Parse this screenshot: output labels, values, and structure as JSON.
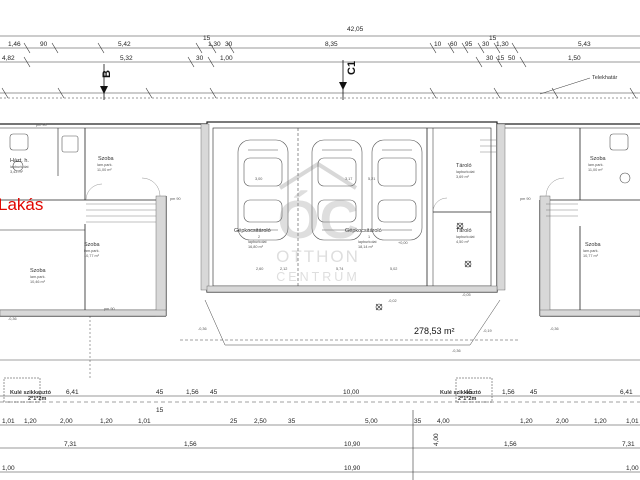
{
  "top_dims": {
    "total": "42,05",
    "row1": [
      "1,46",
      "90",
      "5,42",
      "15",
      "1,30",
      "30",
      "8,35",
      "10",
      "60",
      "95",
      "30",
      "15",
      "1,30",
      "5,43"
    ],
    "row2": [
      "4,82",
      "5,32",
      "30",
      "1,00",
      "30",
      "15",
      "50",
      "1,50"
    ]
  },
  "axes": {
    "b": "B",
    "c1": "C1"
  },
  "telekhatar": "Telekhatár",
  "lakas": "Lakás",
  "rooms": {
    "szoba1": {
      "name": "Szoba",
      "floor": "lam.park.",
      "area": "11,00 m²"
    },
    "szoba2": {
      "name": "Szoba",
      "floor": "lam.park.",
      "area": "10,77 m²"
    },
    "szoba3": {
      "name": "Szoba",
      "floor": "lam.park.",
      "area": "10,46 m²"
    },
    "haztart": {
      "name": "Házt. h.",
      "floor": "lapburkolat",
      "area": "3,43 m²"
    },
    "garage2": {
      "name": "Gépkocsitároló",
      "num": "2",
      "floor": "lapburkolat",
      "area": "16,80 m²"
    },
    "garage1": {
      "name": "Gépkocsitároló",
      "num": "1",
      "floor": "lapburkolat",
      "area": "18,14 m²"
    },
    "tarolo1": {
      "name": "Tároló",
      "floor": "lapburkolat",
      "area": "3,69 m²"
    },
    "tarolo2": {
      "name": "Tároló",
      "floor": "lapburkolat",
      "area": "4,50 m²"
    },
    "szoba4": {
      "name": "Szoba",
      "floor": "lam.park.",
      "area": "11,00 m²"
    },
    "szoba5": {
      "name": "Szoba",
      "floor": "lam.park.",
      "area": "10,77 m²"
    }
  },
  "misc_labels": {
    "pm1": "pm 90",
    "pm2": "pm 90",
    "pm3": "pm 90",
    "pm4": "pm 90",
    "level1": "+0,00",
    "level2": "-0,02",
    "level3": "-0,36",
    "level4": "-0,36",
    "level5": "-0,19",
    "level6": "-0,36",
    "level7": "-0,36",
    "level8": "-0,05",
    "area_total": "278,53 m²",
    "gate_left": "Kulé szikkasztó",
    "gate_left_size": "2*1*2m",
    "gate_right": "Kulé szikkasztó",
    "gate_right_size": "2*1*2m",
    "dim_21": "3,00",
    "dim_22": "3,17",
    "dim_23": "5,21",
    "dim_24": "2,60",
    "dim_25": "2,12",
    "dim_26": "5,74",
    "dim_27": "5,02"
  },
  "bottom_dims": {
    "row1": [
      "6,41",
      "45",
      "1,56",
      "45",
      "10,00",
      "45",
      "1,56",
      "45",
      "6,41"
    ],
    "row2": [
      "1,01",
      "1,20",
      "2,00",
      "1,20",
      "1,01",
      "15",
      "25",
      "2,50",
      "35",
      "5,00",
      "35",
      "4,00",
      "1,20",
      "2,00",
      "1,20",
      "1,01"
    ],
    "row3": [
      "7,31",
      "1,56",
      "10,90",
      "1,56",
      "7,31"
    ],
    "row4": [
      "1,00",
      "10,90",
      "1,00"
    ],
    "side": "4,00"
  },
  "watermark": {
    "line1": "OTTHON",
    "line2": "CENTRUM"
  }
}
